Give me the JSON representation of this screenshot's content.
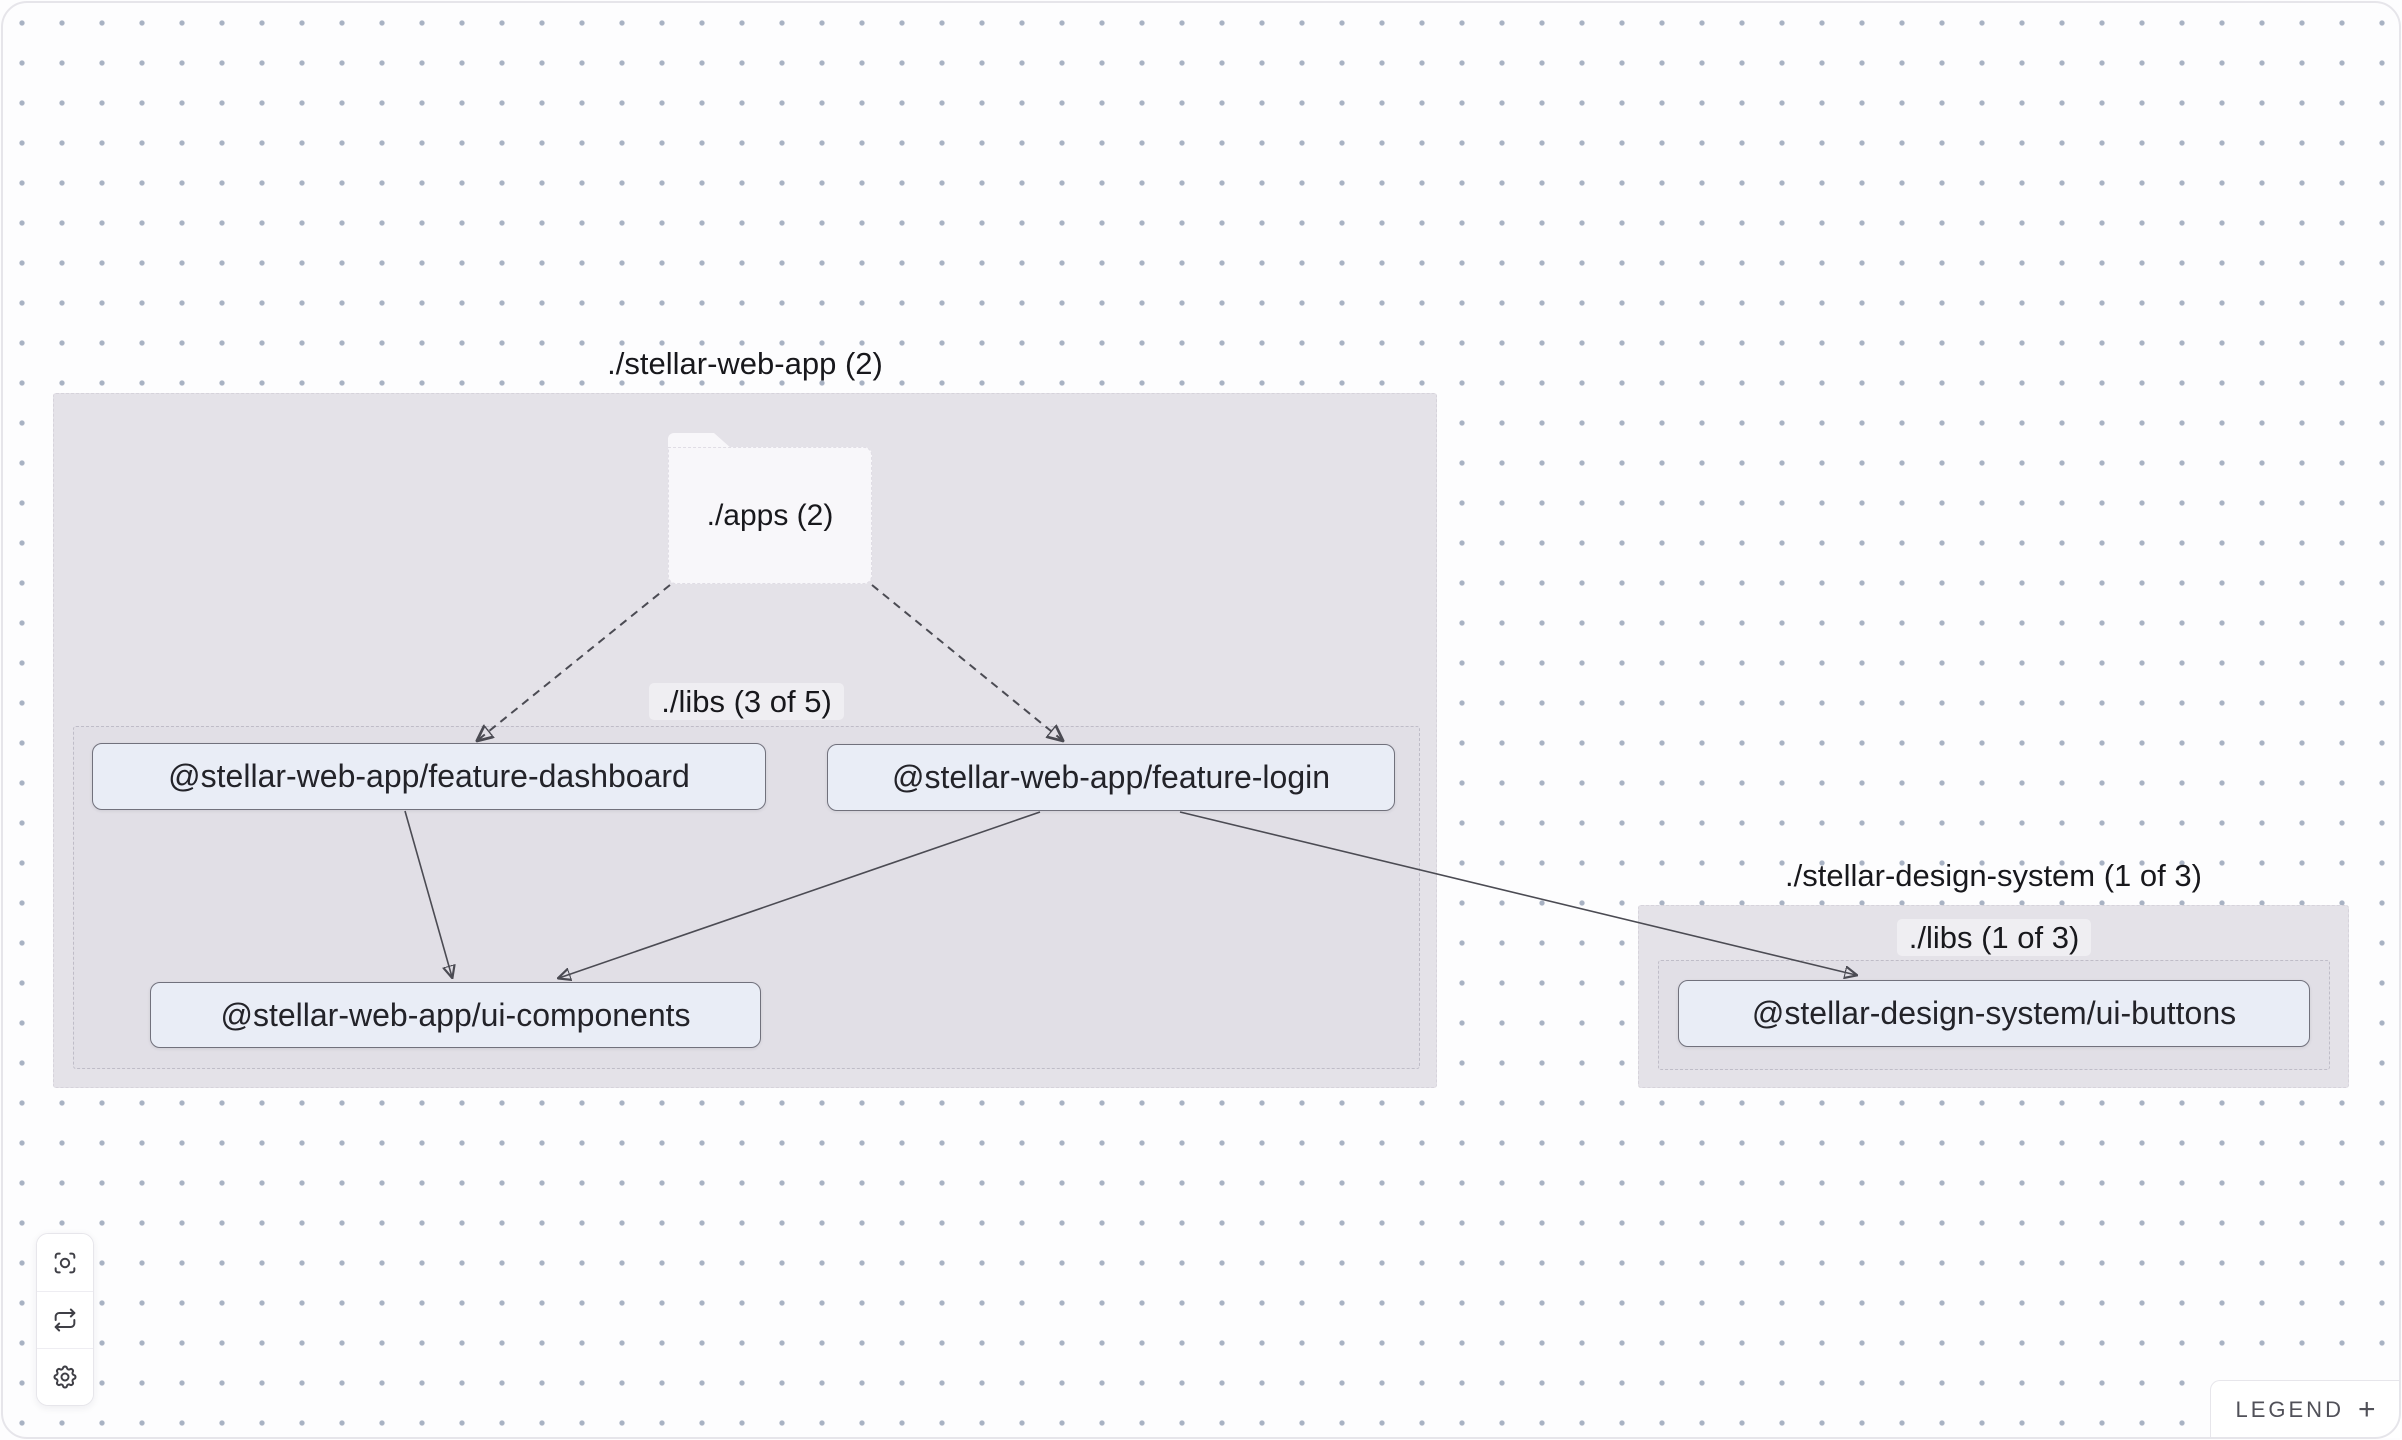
{
  "graph": {
    "groups": [
      {
        "id": "stellar-web-app",
        "label": "./stellar-web-app (2)",
        "folder": {
          "label": "./apps (2)"
        },
        "subgroup": {
          "label": "./libs (3 of 5)",
          "nodes": [
            {
              "id": "feature-dashboard",
              "label": "@stellar-web-app/feature-dashboard"
            },
            {
              "id": "feature-login",
              "label": "@stellar-web-app/feature-login"
            },
            {
              "id": "ui-components",
              "label": "@stellar-web-app/ui-components"
            }
          ]
        }
      },
      {
        "id": "stellar-design-system",
        "label": "./stellar-design-system (1 of 3)",
        "subgroup": {
          "label": "./libs (1 of 3)",
          "nodes": [
            {
              "id": "ui-buttons",
              "label": "@stellar-design-system/ui-buttons"
            }
          ]
        }
      }
    ],
    "edges": [
      {
        "from": "./apps (2)",
        "to": "@stellar-web-app/feature-dashboard",
        "style": "dashed"
      },
      {
        "from": "./apps (2)",
        "to": "@stellar-web-app/feature-login",
        "style": "dashed"
      },
      {
        "from": "@stellar-web-app/feature-dashboard",
        "to": "@stellar-web-app/ui-components",
        "style": "solid"
      },
      {
        "from": "@stellar-web-app/feature-login",
        "to": "@stellar-web-app/ui-components",
        "style": "solid"
      },
      {
        "from": "@stellar-web-app/feature-login",
        "to": "@stellar-design-system/ui-buttons",
        "style": "solid"
      }
    ]
  },
  "controls": {
    "buttons": [
      {
        "icon": "focus-crosshair-icon"
      },
      {
        "icon": "refresh-cycle-icon"
      },
      {
        "icon": "settings-gear-icon"
      }
    ]
  },
  "legend": {
    "label": "LEGEND",
    "expand_symbol": "+"
  },
  "colors": {
    "canvas_bg": "#fdfdfe",
    "dot": "#a8b2c3",
    "container_fill": "#e4e2e8",
    "subcontainer_fill": "#e1dfe6",
    "node_fill": "#e9edf6",
    "node_border": "#71717c",
    "edge": "#4b4b53",
    "text_dark": "#18181c",
    "panel_bg": "#ffffff",
    "panel_border": "#e7e6eb",
    "icon": "#3f3f46",
    "frame_border": "#e6e5ea",
    "folder_fill": "#f8f7fa",
    "folder_border": "#e0dde5"
  }
}
